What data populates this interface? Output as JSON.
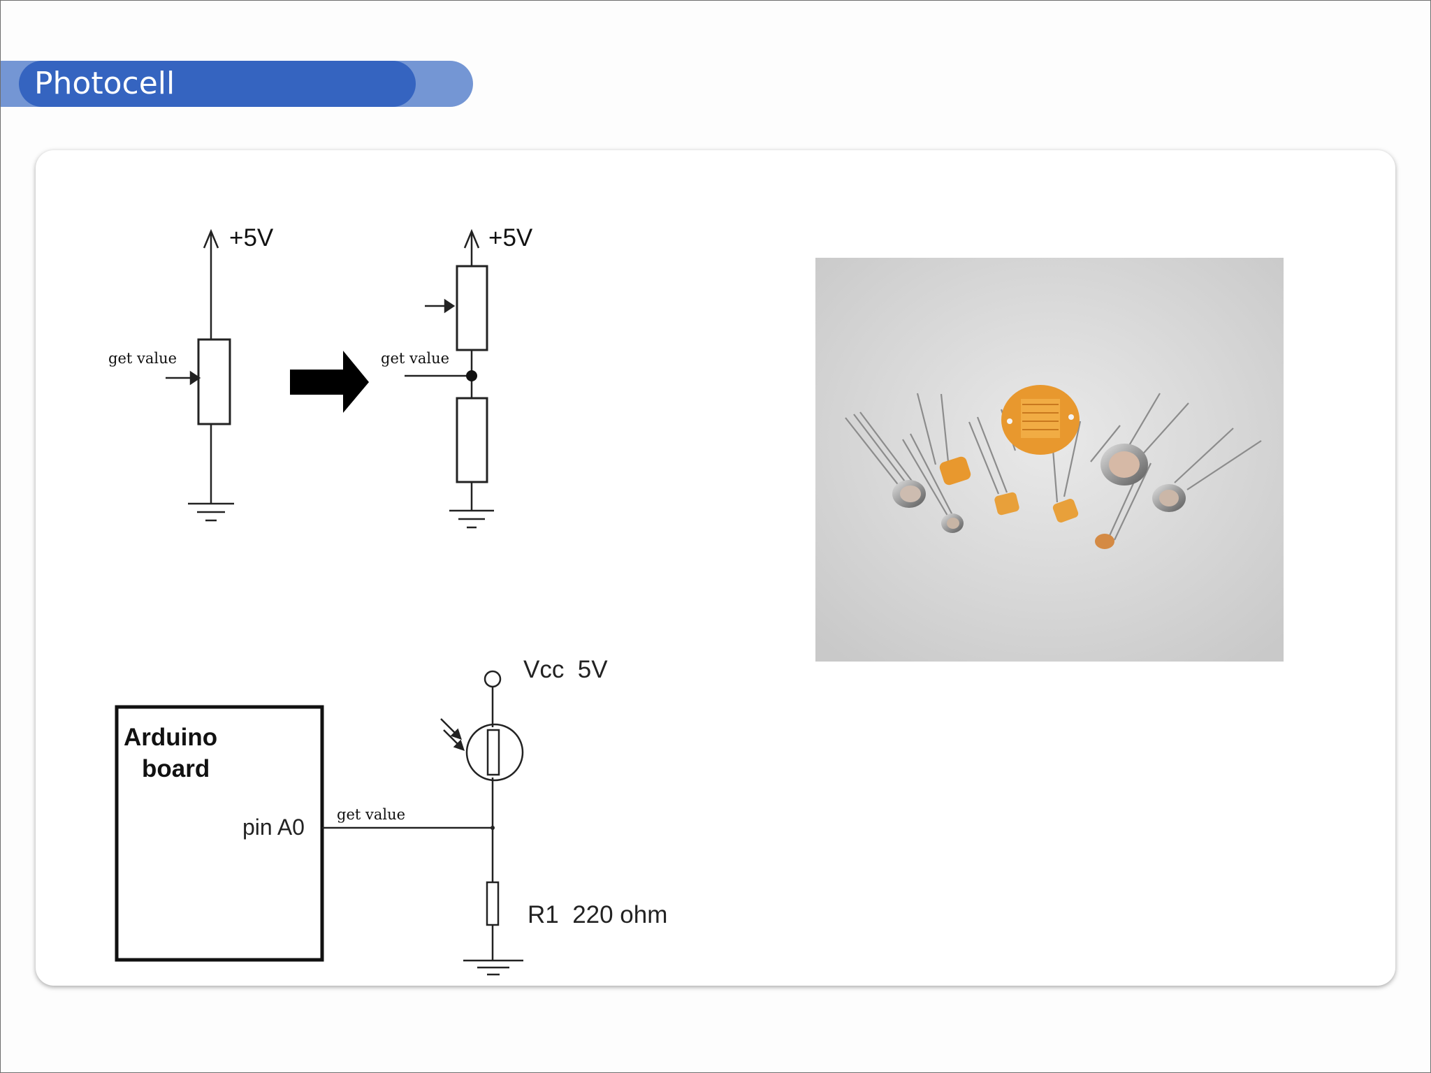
{
  "slide": {
    "title": "Photocell"
  },
  "divider_diagram": {
    "left_supply_label": "+5V",
    "left_output_label": "get value",
    "right_supply_label": "+5V",
    "right_output_label": "get value"
  },
  "photo": {
    "subject": "assorted photocells (light dependent resistors)"
  },
  "arduino_circuit": {
    "board_label_line1": "Arduino",
    "board_label_line2": "board",
    "pin_label": "pin A0",
    "wire_label": "get value",
    "supply_label": "Vcc  5V",
    "resistor_label": "R1  220 ohm"
  },
  "colors": {
    "title_bar": "#3564c0",
    "title_bar_light": "#7496d4",
    "photocell_orange": "#e8982e"
  }
}
